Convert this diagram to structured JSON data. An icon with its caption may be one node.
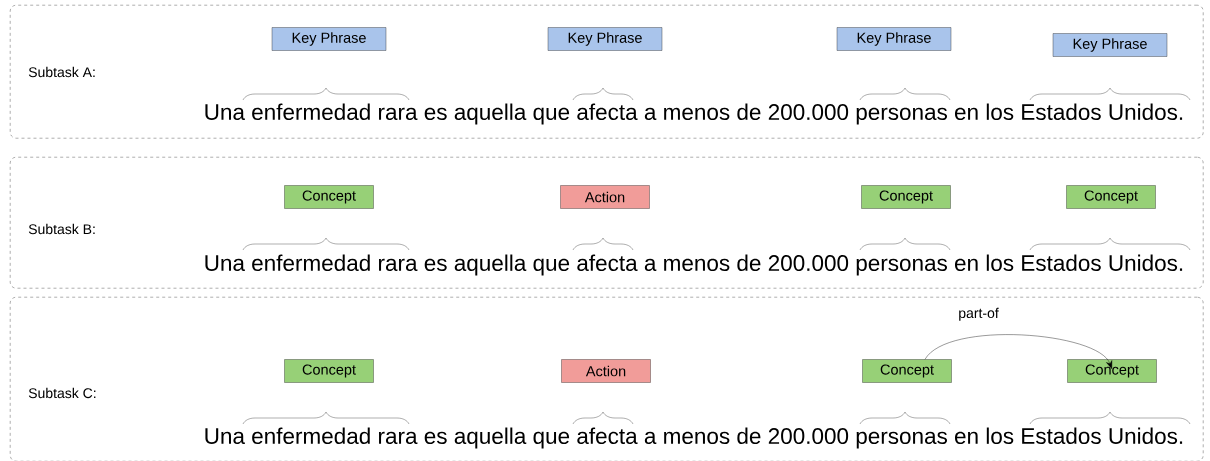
{
  "diagram": {
    "nodes": [
      {
        "text": [
          "Subtask A:",
          "Una enfermedad rara es aquella que afecta a menos de 200.000 personas en los Estados Unidos."
        ]
      },
      {
        "text": [
          "Key Phrase"
        ],
        "in": 0
      },
      {
        "text": [
          "Key Phrase"
        ],
        "in": 0
      },
      {
        "text": [
          "Key Phrase"
        ],
        "in": 0
      },
      {
        "text": [
          "Key Phrase"
        ],
        "in": 0
      },
      {
        "text": [
          "Subtask B:",
          "Una enfermedad rara es aquella que afecta a menos de 200.000 personas en los Estados Unidos."
        ]
      },
      {
        "text": [
          "Concept"
        ],
        "in": 5
      },
      {
        "text": [
          "Action"
        ],
        "in": 5
      },
      {
        "text": [
          "Concept"
        ],
        "in": 5
      },
      {
        "text": [
          "Concept"
        ],
        "in": 5
      },
      {
        "text": [
          "Subtask C:",
          "Una enfermedad rara es aquella que afecta a menos de 200.000 personas en los Estados Unidos."
        ]
      },
      {
        "text": [
          "Concept"
        ],
        "in": 10
      },
      {
        "text": [
          "Action"
        ],
        "in": 10
      },
      {
        "text": [
          "Concept"
        ],
        "in": 10
      },
      {
        "text": [
          "Concept"
        ],
        "in": 10
      }
    ],
    "edges": [
      {
        "from": 13,
        "to": 14,
        "arrow": "to",
        "label": "part-of"
      }
    ]
  }
}
